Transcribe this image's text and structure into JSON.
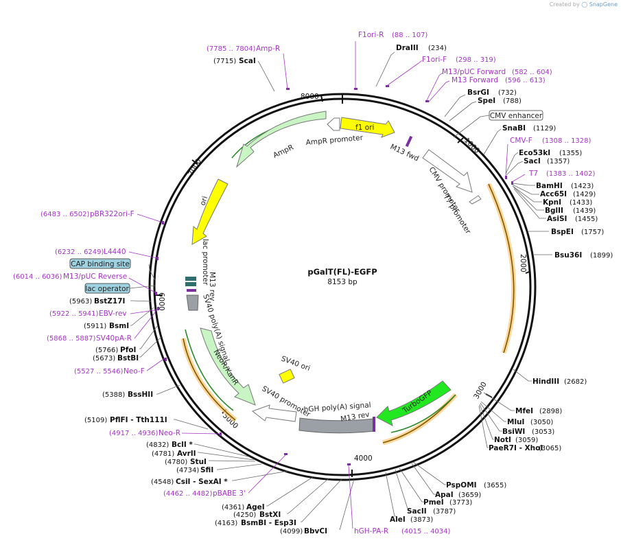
{
  "credit": {
    "prefix": "Created by",
    "brand": "SnapGene"
  },
  "plasmid": {
    "name": "pGalT(FL)-EGFP",
    "size": "8153 bp"
  },
  "ticks": [
    "1000",
    "2000",
    "3000",
    "4000",
    "5000",
    "6000",
    "7000",
    "8000"
  ],
  "colors": {
    "primer": "#a433c8",
    "yellow": "#ffff00",
    "green": "#c9f5c4",
    "gfp": "#22e822",
    "orange": "#ff9a00",
    "grey": "#9aa0a6",
    "box": "#9fd2e0"
  },
  "enzymes": [
    {
      "name": "DraIII",
      "pos": "(234)"
    },
    {
      "name": "BsrGI",
      "pos": "(732)"
    },
    {
      "name": "SpeI",
      "pos": "(788)"
    },
    {
      "name": "SnaBI",
      "pos": "(1129)"
    },
    {
      "name": "Eco53kI",
      "pos": "(1355)"
    },
    {
      "name": "SacI",
      "pos": "(1357)"
    },
    {
      "name": "BamHI",
      "pos": "(1423)"
    },
    {
      "name": "Acc65I",
      "pos": "(1429)"
    },
    {
      "name": "KpnI",
      "pos": "(1433)"
    },
    {
      "name": "BglII",
      "pos": "(1439)"
    },
    {
      "name": "AsiSI",
      "pos": "(1455)"
    },
    {
      "name": "BspEI",
      "pos": "(1757)"
    },
    {
      "name": "Bsu36I",
      "pos": "(1899)"
    },
    {
      "name": "HindIII",
      "pos": "(2682)"
    },
    {
      "name": "MfeI",
      "pos": "(2898)"
    },
    {
      "name": "MluI",
      "pos": "(3050)"
    },
    {
      "name": "BsiWI",
      "pos": "(3053)"
    },
    {
      "name": "NotI",
      "pos": "(3059)"
    },
    {
      "name": "PaeR7I - XhoI",
      "pos": "(3065)"
    },
    {
      "name": "PspOMI",
      "pos": "(3655)"
    },
    {
      "name": "ApaI",
      "pos": "(3659)"
    },
    {
      "name": "PmeI",
      "pos": "(3773)"
    },
    {
      "name": "SacII",
      "pos": "(3787)"
    },
    {
      "name": "AleI",
      "pos": "(3873)"
    },
    {
      "name": "BbvCI",
      "pos": "(4099)"
    },
    {
      "name": "BsmBI - Esp3I",
      "pos": "(4163)"
    },
    {
      "name": "BstXI",
      "pos": "(4250)"
    },
    {
      "name": "AgeI",
      "pos": "(4361)"
    },
    {
      "name": "CsiI - SexAI *",
      "pos": "(4548)"
    },
    {
      "name": "SfiI",
      "pos": "(4734)"
    },
    {
      "name": "StuI",
      "pos": "(4780)"
    },
    {
      "name": "AvrII",
      "pos": "(4781)"
    },
    {
      "name": "BclI *",
      "pos": "(4832)"
    },
    {
      "name": "PflFI - Tth111I",
      "pos": "(5109)"
    },
    {
      "name": "BssHII",
      "pos": "(5388)"
    },
    {
      "name": "BstBI",
      "pos": "(5673)"
    },
    {
      "name": "PfoI",
      "pos": "(5766)"
    },
    {
      "name": "BsmI",
      "pos": "(5911)"
    },
    {
      "name": "BstZ17I",
      "pos": "(5963)"
    },
    {
      "name": "ScaI",
      "pos": "(7715)"
    }
  ],
  "primers": [
    {
      "name": "F1ori-R",
      "pos": "(88 .. 107)"
    },
    {
      "name": "F1ori-F",
      "pos": "(298 .. 319)"
    },
    {
      "name": "M13/pUC Forward",
      "pos": "(582 .. 604)"
    },
    {
      "name": "M13 Forward",
      "pos": "(596 .. 613)"
    },
    {
      "name": "CMV-F",
      "pos": "(1308 .. 1328)"
    },
    {
      "name": "T7",
      "pos": "(1383 .. 1402)"
    },
    {
      "name": "hGH-PA-R",
      "pos": "(4015 .. 4034)"
    },
    {
      "name": "pBABE 3'",
      "pos": "(4462 .. 4482)"
    },
    {
      "name": "Neo-R",
      "pos": "(4917 .. 4936)"
    },
    {
      "name": "Neo-F",
      "pos": "(5527 .. 5546)"
    },
    {
      "name": "SV40pA-R",
      "pos": "(5868 .. 5887)"
    },
    {
      "name": "EBV-rev",
      "pos": "(5922 .. 5941)"
    },
    {
      "name": "M13/pUC Reverse",
      "pos": "(6014 .. 6036)"
    },
    {
      "name": "L4440",
      "pos": "(6232 .. 6249)"
    },
    {
      "name": "pBR322ori-F",
      "pos": "(6483 .. 6502)"
    },
    {
      "name": "Amp-R",
      "pos": "(7785 .. 7804)"
    }
  ],
  "boxed_features": [
    "CMV enhancer",
    "CAP binding site",
    "lac operator"
  ],
  "features": [
    "f1 ori",
    "M13 fwd",
    "CMV promoter",
    "T7 promoter",
    "AmpR promoter",
    "AmpR",
    "ori",
    "lac promoter",
    "M13 rev",
    "SV40 poly(A) signal",
    "NeoR/KanR",
    "SV40 ori",
    "SV40 promoter",
    "hGH poly(A) signal",
    "M13 rev",
    "TurboGFP"
  ]
}
